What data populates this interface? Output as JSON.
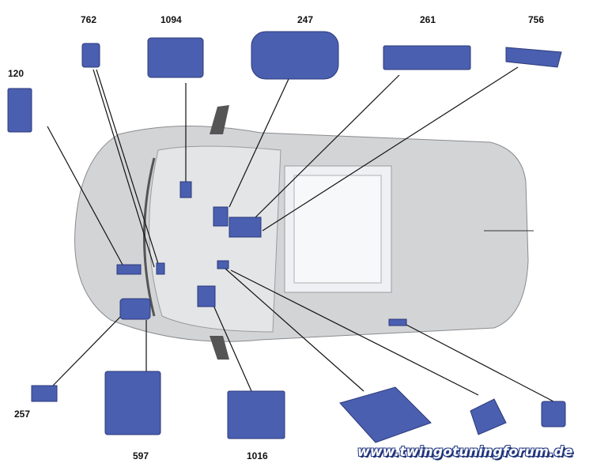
{
  "labels": {
    "l762": "762",
    "l1094": "1094",
    "l247": "247",
    "l261": "261",
    "l756": "756",
    "l120": "120",
    "l257": "257",
    "l597": "597",
    "l1016": "1016"
  },
  "watermark": "www.twingotuningforum.de",
  "colors": {
    "component": "#4a5fb0",
    "component_dark": "#2c3a7a",
    "car": "#c9cacc",
    "line": "#111111"
  }
}
